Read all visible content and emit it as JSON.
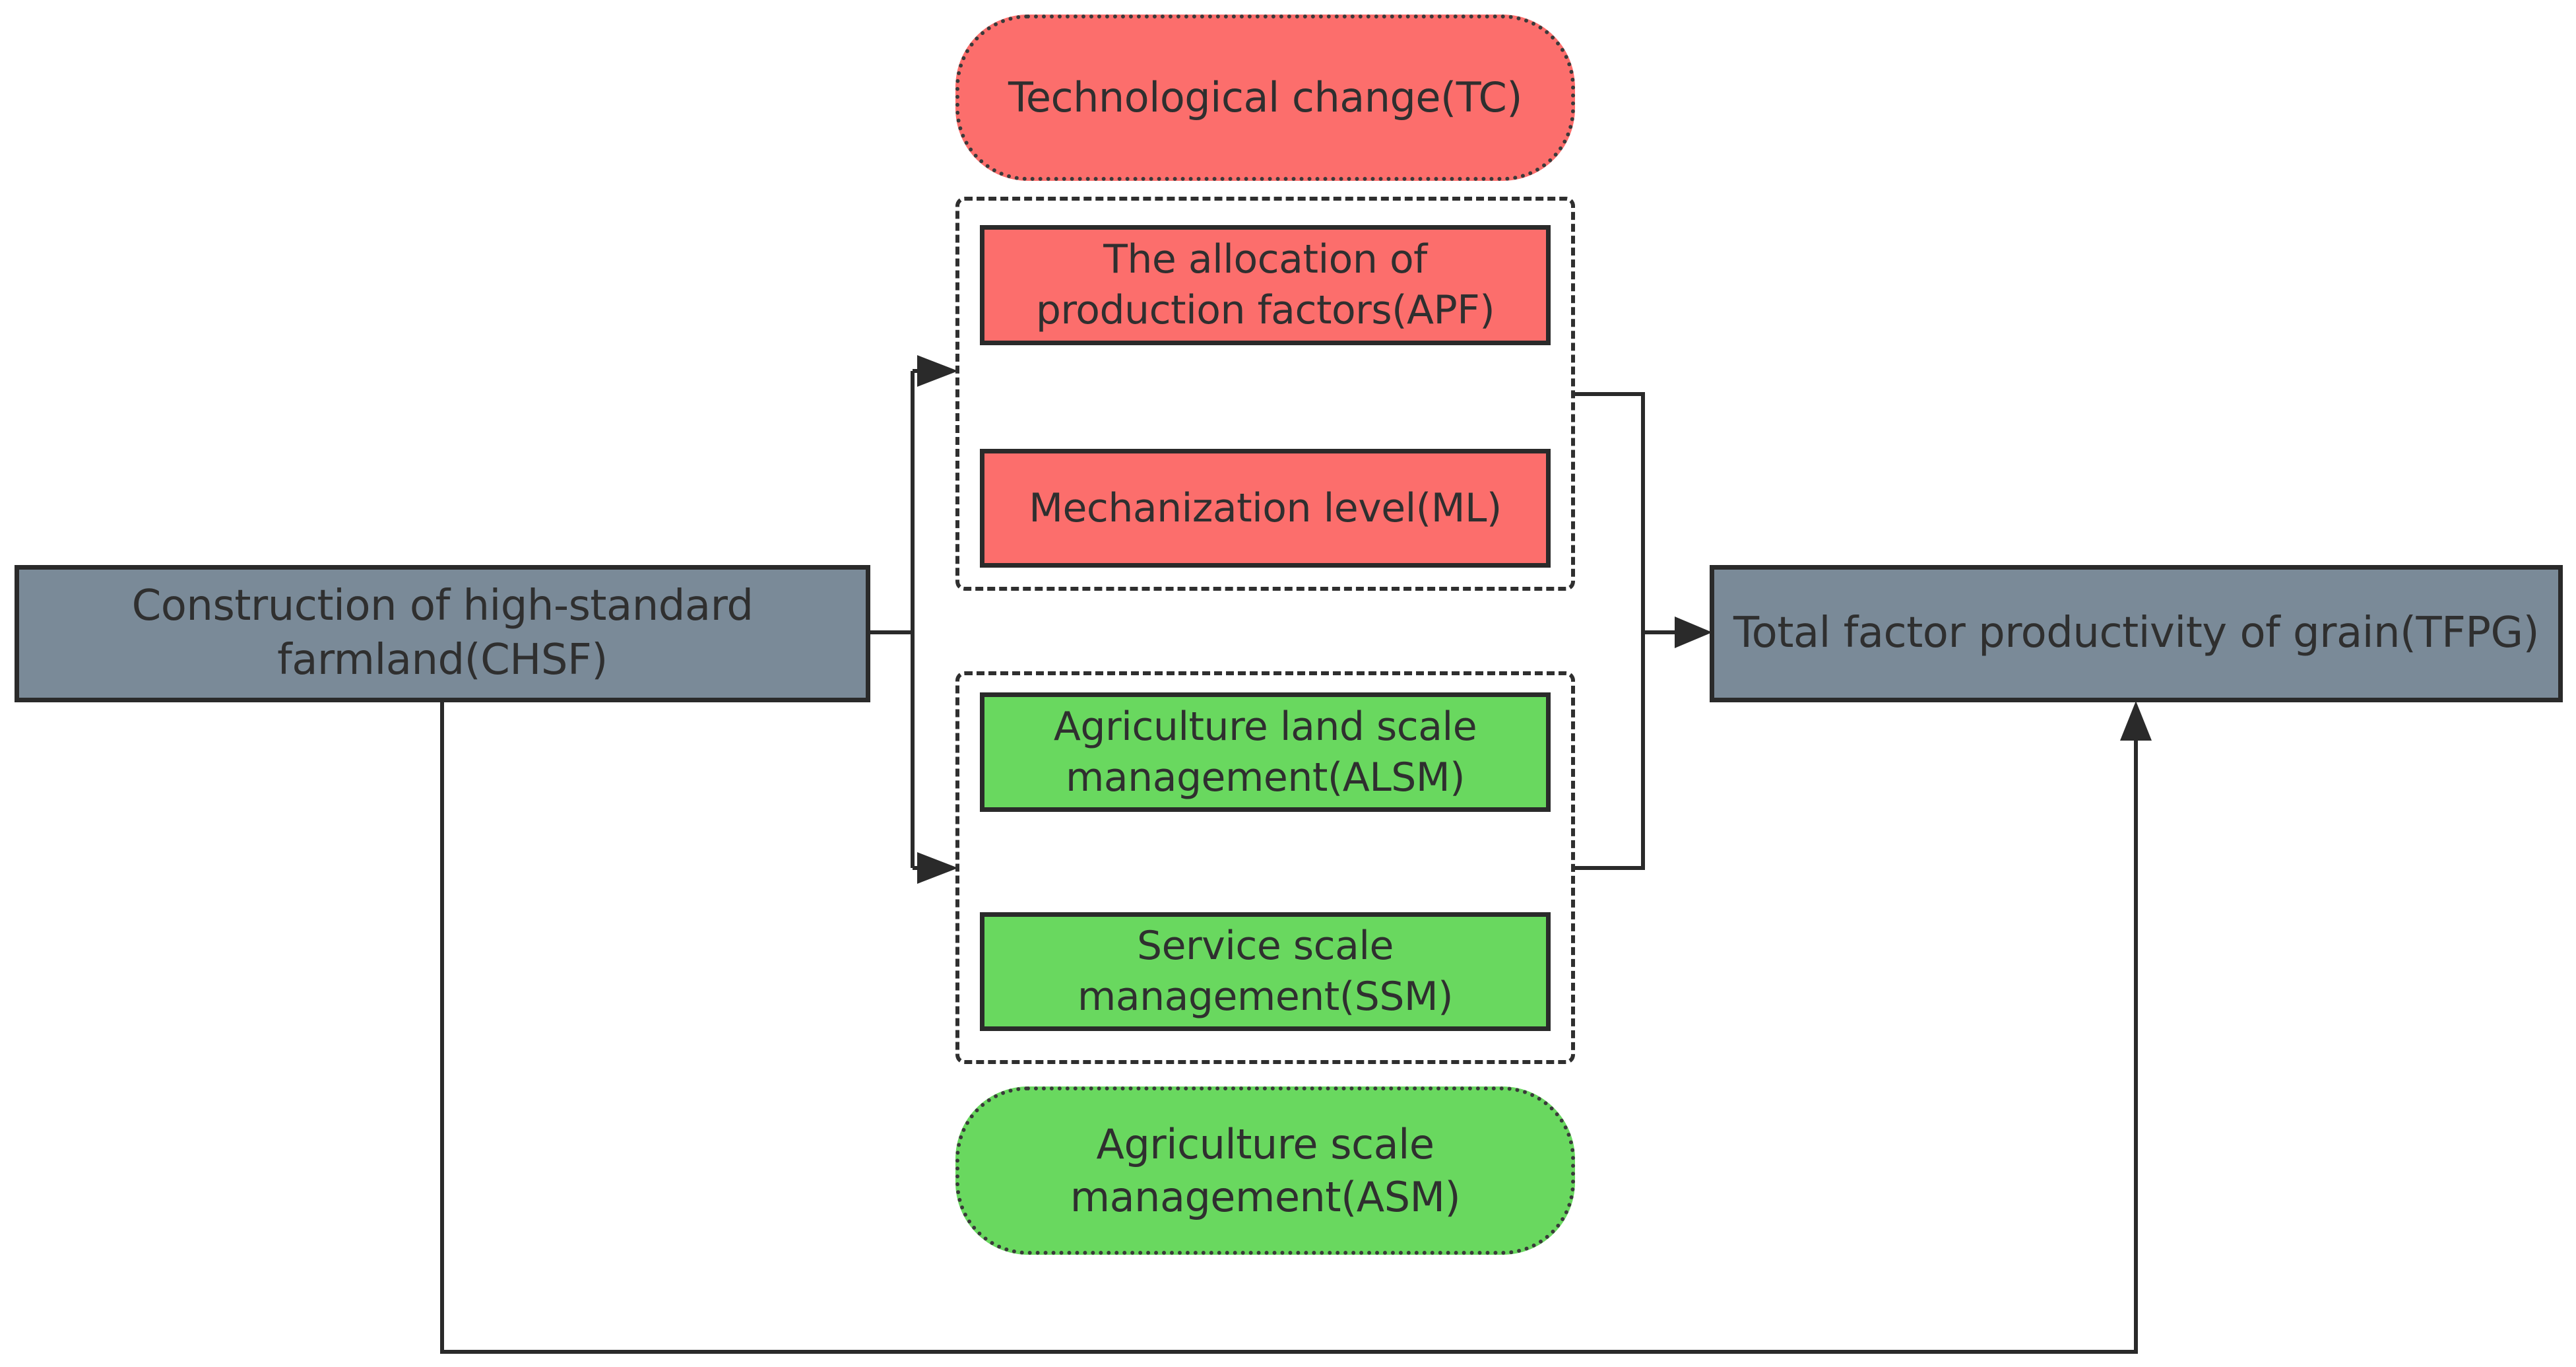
{
  "nodes": {
    "tc": "Technological change(TC)",
    "apf": "The allocation of production factors(APF)",
    "ml": "Mechanization level(ML)",
    "chsf": "Construction of high-standard farmland(CHSF)",
    "tfpg": "Total factor productivity of grain(TFPG)",
    "alsm": "Agriculture land scale management(ALSM)",
    "ssm": "Service scale management(SSM)",
    "asm": "Agriculture scale management(ASM)"
  },
  "colors": {
    "gray_box": "#7a8a98",
    "red_box": "#fc6e6c",
    "green_box": "#69d85f",
    "line": "#2a2a2a"
  }
}
